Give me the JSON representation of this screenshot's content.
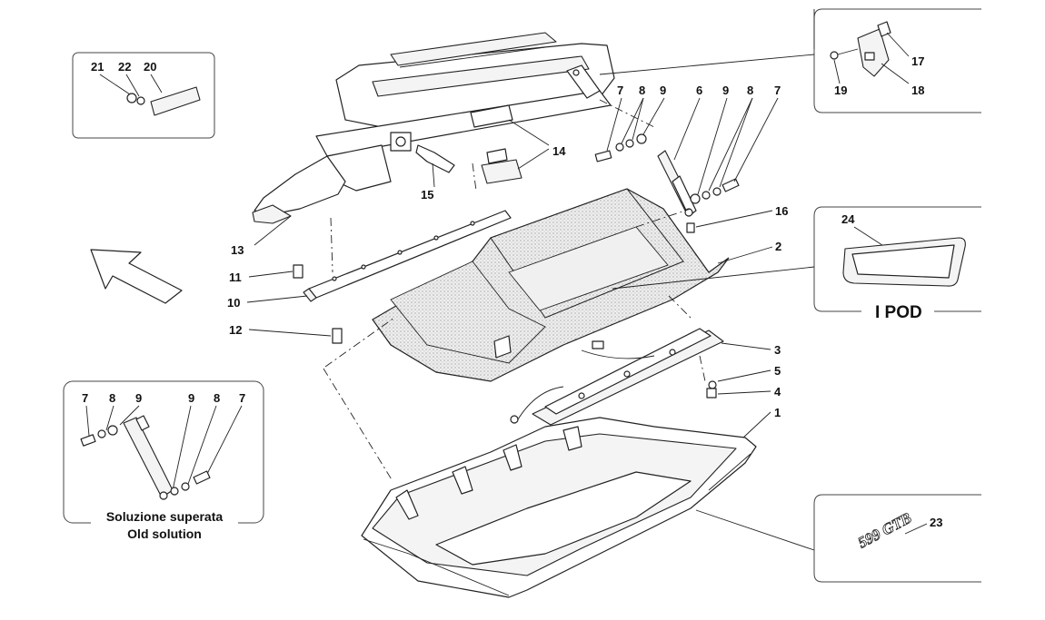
{
  "diagram": {
    "callouts": {
      "c1": "1",
      "c2": "2",
      "c3": "3",
      "c4": "4",
      "c5": "5",
      "c6": "6",
      "c7a": "7",
      "c7b": "7",
      "c8a": "8",
      "c8b": "8",
      "c9a": "9",
      "c9b": "9",
      "c10": "10",
      "c11": "11",
      "c12": "12",
      "c13": "13",
      "c14": "14",
      "c15": "15",
      "c16": "16",
      "c17": "17",
      "c18": "18",
      "c19": "19",
      "c20": "20",
      "c21": "21",
      "c22": "22",
      "c23": "23",
      "c24": "24"
    },
    "old_box": {
      "c7a": "7",
      "c8a": "8",
      "c9a": "9",
      "c9b": "9",
      "c8b": "8",
      "c7b": "7",
      "caption_line1": "Soluzione superata",
      "caption_line2": "Old solution"
    },
    "ipod_box": {
      "label": "I POD",
      "callout": "24"
    },
    "badge_box": {
      "callout": "23",
      "badge_text": "599 GTB"
    }
  }
}
